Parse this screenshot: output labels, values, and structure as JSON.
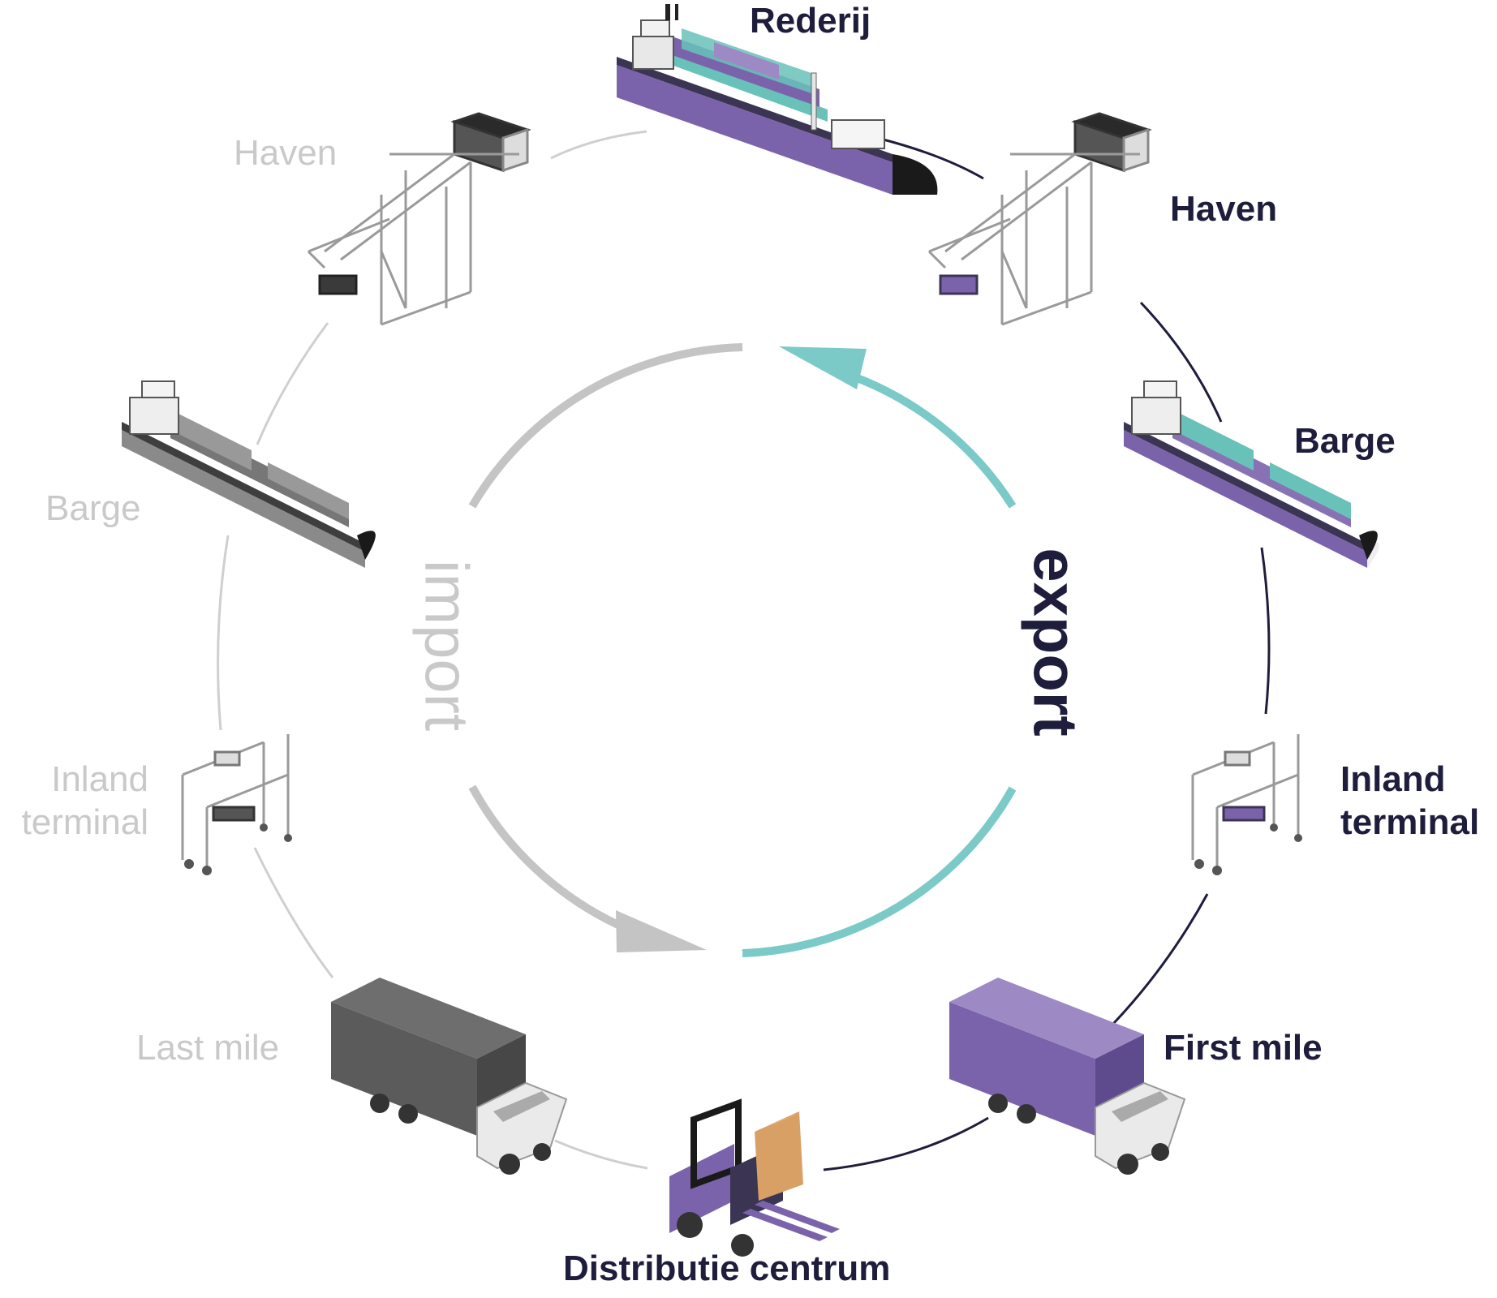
{
  "labels": {
    "rederij": "Rederij",
    "haven_export": "Haven",
    "barge_export": "Barge",
    "inland_export_1": "Inland",
    "inland_export_2": "terminal",
    "first_mile": "First mile",
    "distributie": "Distributie centrum",
    "haven_import": "Haven",
    "barge_import": "Barge",
    "inland_import_1": "Inland",
    "inland_import_2": "terminal",
    "last_mile": "Last mile",
    "export": "export",
    "import": "import"
  },
  "colors": {
    "dark": "#1e1d3c",
    "grey_text": "#c9c9c9",
    "grey_line": "#cfcfcf",
    "grey_arrow": "#c4c4c4",
    "teal": "#7bcac7",
    "purple": "#7b63ab",
    "purple_light": "#9d8ac5",
    "teal_container": "#69c2b9"
  },
  "icons": {
    "rederij": "container-ship-icon",
    "haven": "gantry-crane-icon",
    "barge": "barge-ship-icon",
    "inland": "straddle-crane-icon",
    "truck": "container-truck-icon",
    "distributie": "forklift-icon"
  }
}
